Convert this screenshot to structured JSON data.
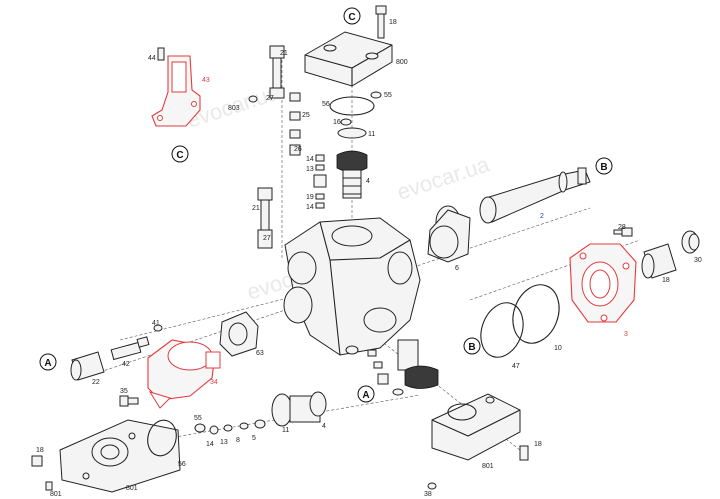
{
  "watermark": "evocar.ua",
  "colors": {
    "highlight": "#e23b3b",
    "ink": "#222222",
    "blue_label": "#2b3fa8"
  },
  "reference_letters": [
    "A",
    "B",
    "C"
  ],
  "labels": {
    "p18a": "18",
    "p800": "800",
    "p21a": "21",
    "p56": "56",
    "p55": "55",
    "p27a": "27",
    "p803": "803",
    "p25": "25",
    "p16": "16",
    "p11a": "11",
    "p26": "26",
    "p14a": "14",
    "p13": "13",
    "p4": "4",
    "p19": "19",
    "p14b": "14",
    "p21b": "21",
    "p27b": "27",
    "p44": "44",
    "p43": "43",
    "p6": "6",
    "p2": "2",
    "p28": "28",
    "p30": "30",
    "p18b": "18",
    "p47": "47",
    "p10": "10",
    "p3": "3",
    "p41": "41",
    "p42": "42",
    "p22": "22",
    "p63": "63",
    "p34": "34",
    "p35": "35",
    "p55b": "55",
    "p14c": "14",
    "p13b": "13",
    "p8": "8",
    "p5": "5",
    "p11b": "11",
    "p4b": "4",
    "p56b": "56",
    "p18c": "18",
    "p801a": "801",
    "p801b": "801",
    "p18d": "18",
    "p801c": "801",
    "p38": "38"
  }
}
